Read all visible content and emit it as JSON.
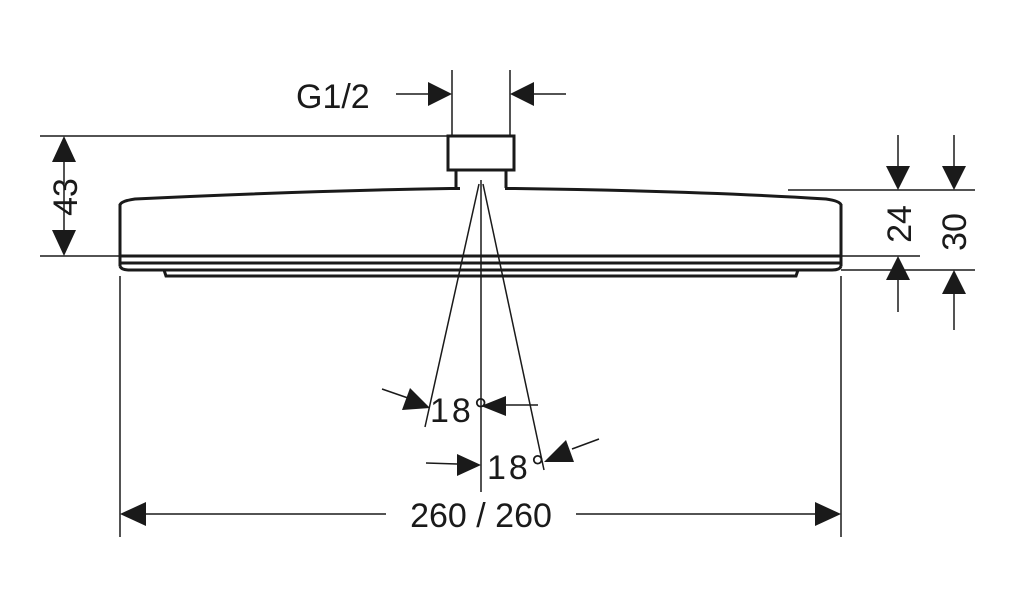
{
  "labels": {
    "thread": "G1/2",
    "height_total": "43",
    "height_body": "24",
    "height_overall": "30",
    "angle_left": "18°",
    "angle_right": "18°",
    "width": "260 / 260"
  },
  "colors": {
    "line": "#1a1a1a",
    "background": "#ffffff"
  }
}
